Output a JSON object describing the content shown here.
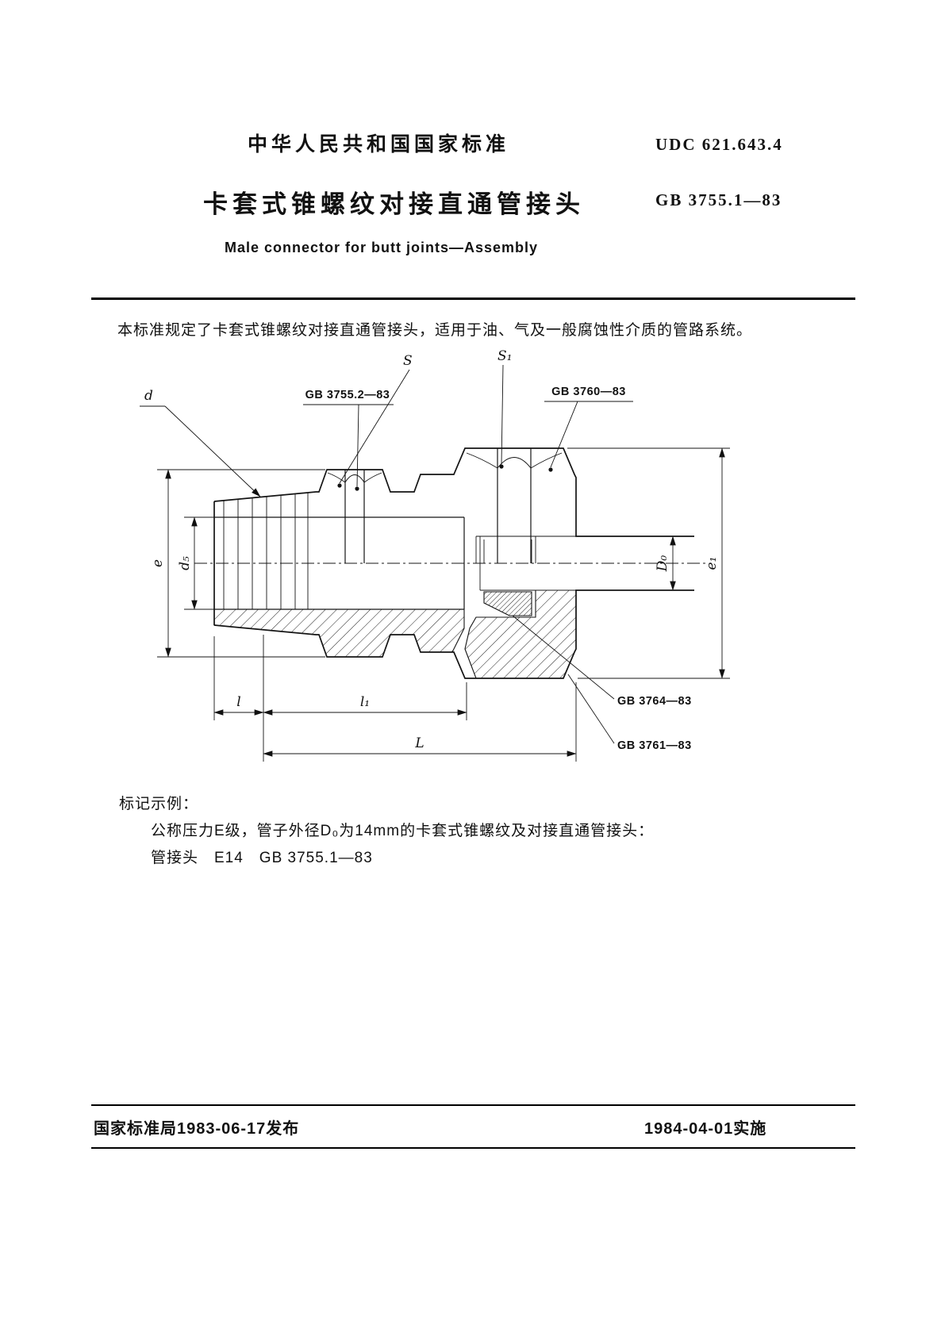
{
  "header": {
    "org": "中华人民共和国国家标准",
    "udc": "UDC 621.643.4",
    "title": "卡套式锥螺纹对接直通管接头",
    "standard_no": "GB 3755.1—83",
    "title_en": "Male connector for butt joints—Assembly"
  },
  "intro": "本标准规定了卡套式锥螺纹对接直通管接头，适用于油、气及一般腐蚀性介质的管路系统。",
  "drawing": {
    "dim_labels": {
      "d": "d",
      "s": "S",
      "s1": "S₁",
      "e": "e",
      "d5": "d₅",
      "d0": "D₀",
      "e1": "e₁",
      "l": "l",
      "l1": "l₁",
      "L_total": "L"
    },
    "part_labels": {
      "body": "GB 3755.2—83",
      "nut_top": "GB 3760—83",
      "ferrule": "GB 3764—83",
      "nut_bottom": "GB 3761—83"
    }
  },
  "example": {
    "heading": "标记示例：",
    "line1": "公称压力E级，管子外径D₀为14mm的卡套式锥螺纹及对接直通管接头：",
    "line2": "管接头　E14　GB 3755.1—83"
  },
  "footer": {
    "issue": "国家标准局1983-06-17发布",
    "effective": "1984-04-01实施"
  }
}
